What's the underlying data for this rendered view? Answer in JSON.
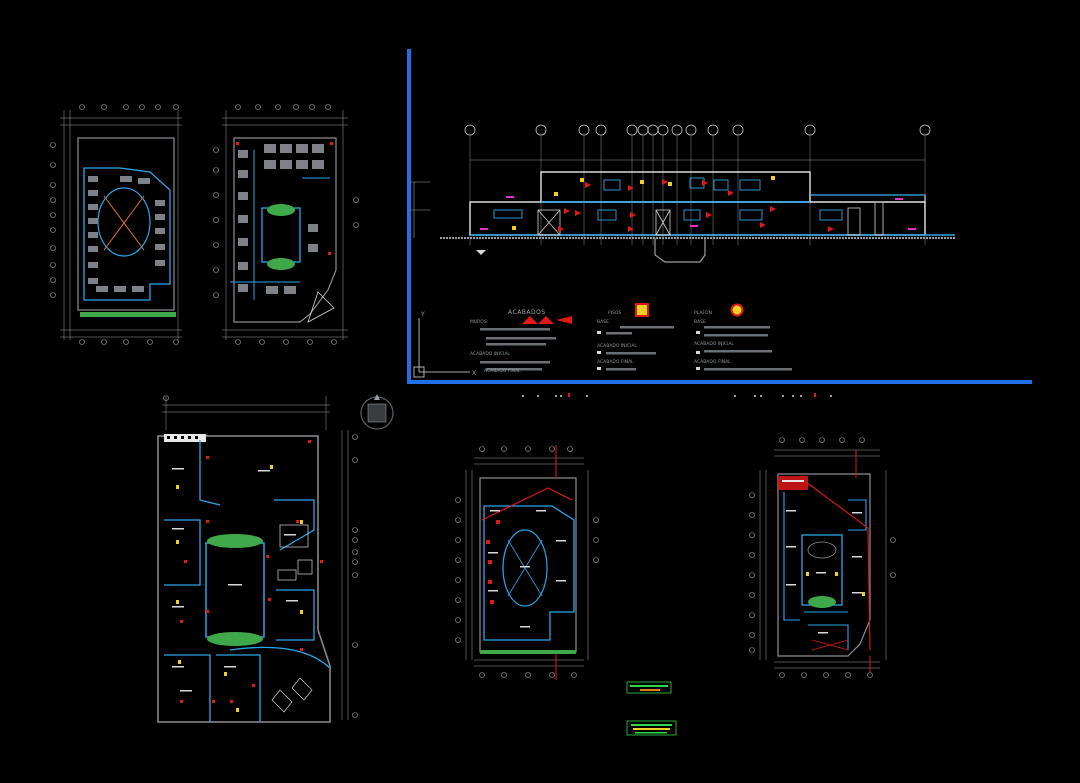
{
  "app": {
    "title": ""
  },
  "colors": {
    "background": "#000000",
    "viewport_border": "#1e6fe8",
    "walls": "#8a8f93",
    "wall_finish": "#2aa6e8",
    "structure_red": "#e01818",
    "axis_grey": "#9aa0a4",
    "garden_green": "#3fa84a",
    "legend_green": "#2ed84a",
    "magenta": "#e030c8",
    "yellow": "#f0d020"
  },
  "icons": [
    "ucs-icon",
    "north-arrow-icon",
    "axis-bubble-icon"
  ],
  "legend": {
    "title": "ACABADOS",
    "muros": {
      "header": "MUROS"
    },
    "pisos": {
      "header": "PISOS",
      "base": "BASE",
      "acabado_inicial": "ACABADO INICIAL",
      "acabado_final": "ACABADO FINAL"
    },
    "plafon": {
      "header": "PLAFON",
      "base": "BASE",
      "acabado_inicial": "ACABADO INICIAL",
      "acabado_final": "ACABADO FINAL"
    },
    "muros_rows": {
      "acabado_inicial": "ACABADO INICIAL",
      "acabado_final": "ACABADO FINAL"
    }
  },
  "ucs": {
    "y_label": "Y",
    "x_label": "X"
  }
}
